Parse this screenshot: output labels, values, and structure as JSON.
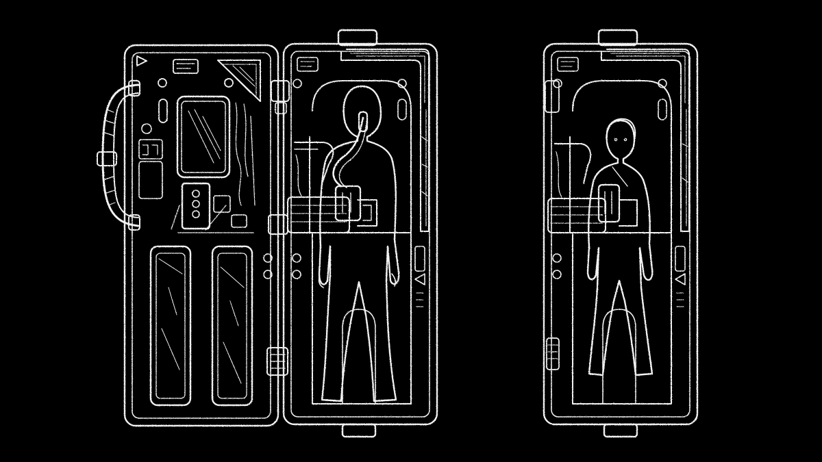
{
  "colors": {
    "background": "#000000",
    "line": "#f2f2f2",
    "line_dim": "#bdbdbd"
  },
  "drawing": {
    "style": "white line sketch on black",
    "panels": [
      {
        "name": "open-case-with-masked-adult",
        "components": [
          "carry-handle",
          "hinged-lid",
          "display-screen",
          "storage-compartments",
          "body-tray",
          "breathing-mask-with-hose",
          "tank-module",
          "latches"
        ]
      },
      {
        "name": "closed-tray-with-child",
        "components": [
          "body-tray",
          "tank-module",
          "latches",
          "side-controls"
        ]
      }
    ]
  }
}
